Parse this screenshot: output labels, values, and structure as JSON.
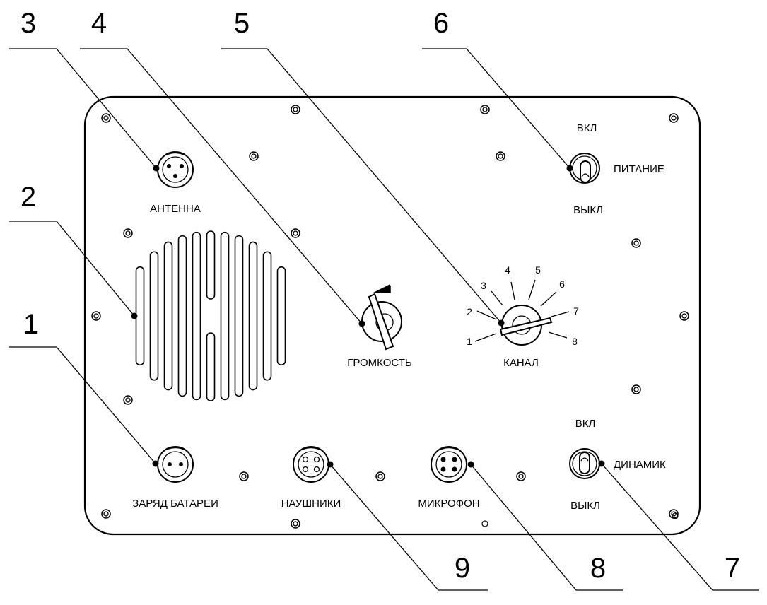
{
  "callouts": [
    "1",
    "2",
    "3",
    "4",
    "5",
    "6",
    "7",
    "8",
    "9"
  ],
  "panel": {
    "antenna": "АНТЕННА",
    "volume": "ГРОМКОСТЬ",
    "channel": "КАНАЛ",
    "power_on": "ВКЛ",
    "power": "ПИТАНИЕ",
    "power_off": "ВЫКЛ",
    "speaker_on": "ВКЛ",
    "speaker": "ДИНАМИК",
    "speaker_off": "ВЫКЛ",
    "charge": "ЗАРЯД БАТАРЕИ",
    "headphones": "НАУШНИКИ",
    "microphone": "МИКРОФОН"
  },
  "channel_dial": [
    "1",
    "2",
    "3",
    "4",
    "5",
    "6",
    "7",
    "8"
  ]
}
